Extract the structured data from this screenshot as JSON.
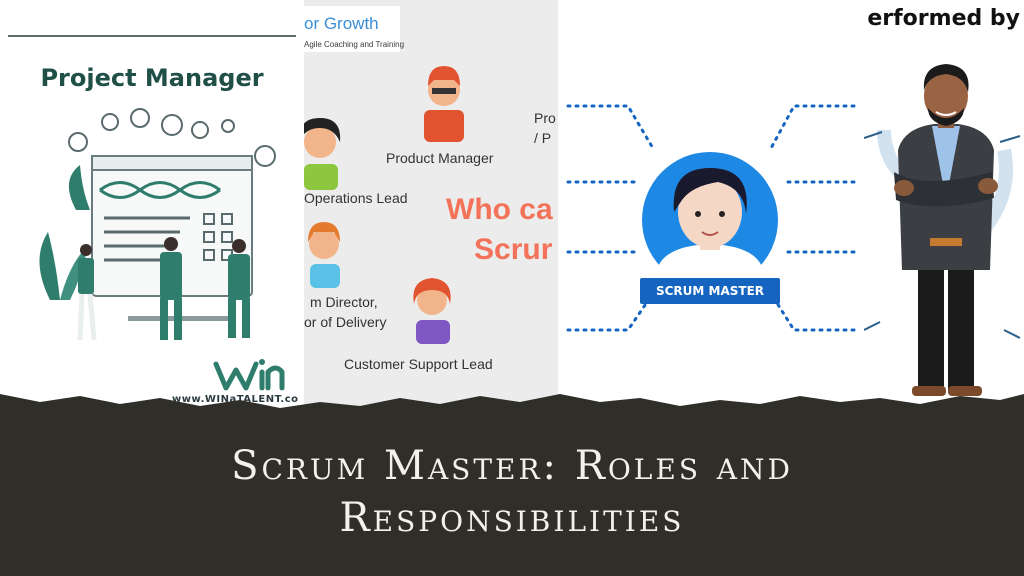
{
  "panels": {
    "project_manager": {
      "title": "Project Manager",
      "logo_text": "win",
      "url": "www.WINaTALENT.co"
    },
    "who_can_be": {
      "logo_main": "or Growth",
      "logo_sub": "Agile Coaching and Training",
      "roles": [
        "Product Manager",
        "Operations Lead",
        "m Director,",
        "or of Delivery",
        "Customer Support Lead",
        "Pro",
        "/ P"
      ],
      "heading_line1": "Who ca",
      "heading_line2": "Scrur"
    },
    "scrum_master": {
      "badge": "SCRUM MASTER"
    },
    "performer": {
      "text": "erformed by"
    }
  },
  "banner": {
    "title_line1": "Scrum Master: Roles and",
    "title_line2": "Responsibilities"
  },
  "colors": {
    "banner_bg": "#2f2e28",
    "title_text": "#f4f1ea",
    "pm_green": "#2f7d6d",
    "who_orange": "#f2725a",
    "scrum_blue": "#1565c0"
  }
}
